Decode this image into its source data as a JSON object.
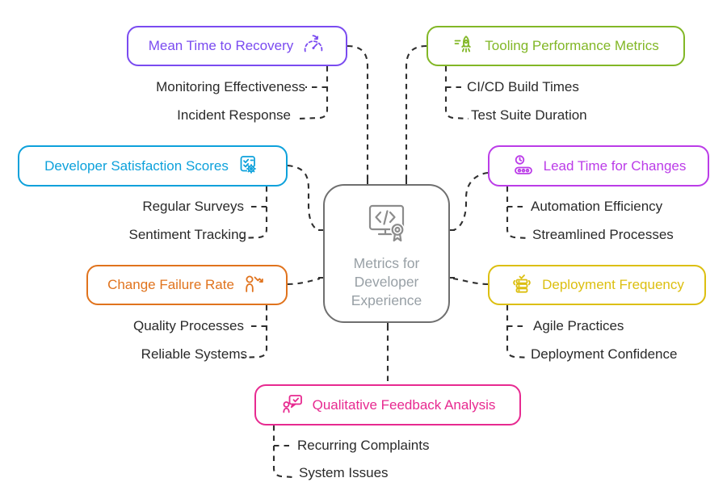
{
  "background": "#ffffff",
  "connector_color": "#2f2f2f",
  "child_text_color": "#2a2a2a",
  "center": {
    "lines": [
      "Metrics for",
      "Developer",
      "Experience"
    ],
    "icon": "code-monitor-award-icon",
    "border_color": "#6f6f6f",
    "text_color": "#98a0a6"
  },
  "nodes": [
    {
      "id": "mean-time-to-recovery",
      "label": "Mean Time to Recovery",
      "color": "#7a4bf0",
      "icon": "gauge-arrow-icon",
      "icon_side": "right",
      "children": [
        "Monitoring Effectiveness",
        "Incident Response"
      ]
    },
    {
      "id": "tooling-performance-metrics",
      "label": "Tooling Performance Metrics",
      "color": "#82b726",
      "icon": "rocket-icon",
      "icon_side": "left",
      "children": [
        "CI/CD Build Times",
        "Test Suite Duration"
      ]
    },
    {
      "id": "developer-satisfaction-scores",
      "label": "Developer Satisfaction Scores",
      "color": "#0da1db",
      "icon": "survey-checklist-gear-icon",
      "icon_side": "right",
      "children": [
        "Regular Surveys",
        "Sentiment Tracking"
      ]
    },
    {
      "id": "lead-time-for-changes",
      "label": "Lead Time for Changes",
      "color": "#bb3ce8",
      "icon": "clock-conveyor-icon",
      "icon_side": "left",
      "children": [
        "Automation Efficiency",
        "Streamlined Processes"
      ]
    },
    {
      "id": "change-failure-rate",
      "label": "Change Failure Rate",
      "color": "#e0731d",
      "icon": "person-decline-arrow-icon",
      "icon_side": "right",
      "children": [
        "Quality Processes",
        "Reliable Systems"
      ]
    },
    {
      "id": "deployment-frequency",
      "label": "Deployment Frequency",
      "color": "#dcbf10",
      "icon": "server-check-icon",
      "icon_side": "left",
      "children": [
        "Agile Practices",
        "Deployment Confidence"
      ]
    },
    {
      "id": "qualitative-feedback-analysis",
      "label": "Qualitative Feedback Analysis",
      "color": "#e72a90",
      "icon": "person-feedback-icon",
      "icon_side": "left",
      "children": [
        "Recurring Complaints",
        "System Issues"
      ]
    }
  ]
}
